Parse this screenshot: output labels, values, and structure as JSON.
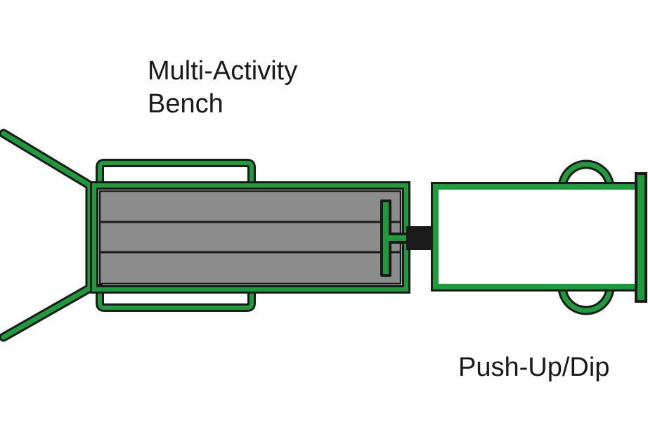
{
  "labels": {
    "bench_line1": "Multi-Activity",
    "bench_line2": "Bench",
    "pushup": "Push-Up/Dip"
  },
  "colors": {
    "frame_green": "#1f9a3c",
    "outline": "#1a1a1a",
    "pad_gray": "#8c8c8c",
    "background": "#ffffff"
  }
}
